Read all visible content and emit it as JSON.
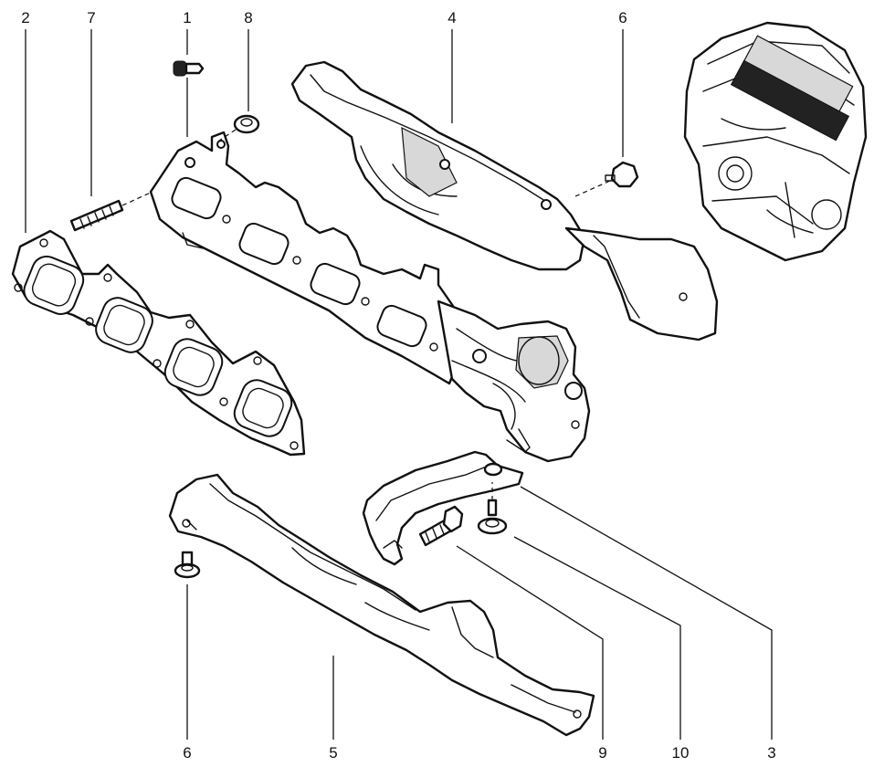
{
  "callouts": {
    "top": [
      "2",
      "7",
      "1",
      "8",
      "4",
      "6"
    ],
    "bottom": [
      "6",
      "5",
      "9",
      "10",
      "3"
    ]
  }
}
